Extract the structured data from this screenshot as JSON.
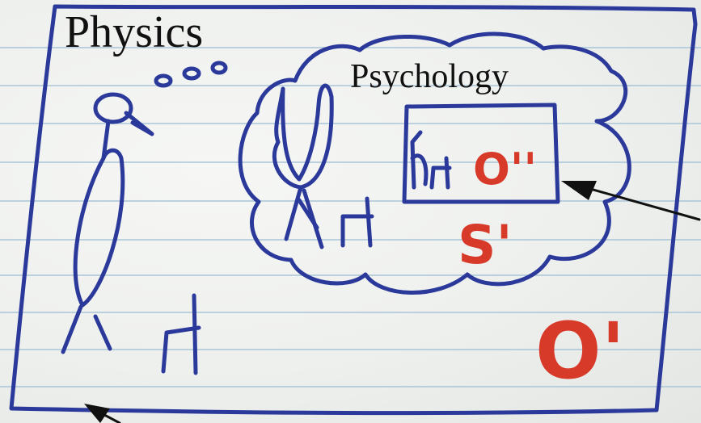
{
  "labels": {
    "physics": "Physics",
    "psychology": "Psychology",
    "observer_inner": "O''",
    "subject": "S'",
    "observer_outer": "O'"
  },
  "colors": {
    "paper": "#eef0ee",
    "ruled_line": "#a9c4d6",
    "blue_ink": "#2b3a9a",
    "red_ink": "#d83a2a",
    "black_ink": "#111111"
  }
}
